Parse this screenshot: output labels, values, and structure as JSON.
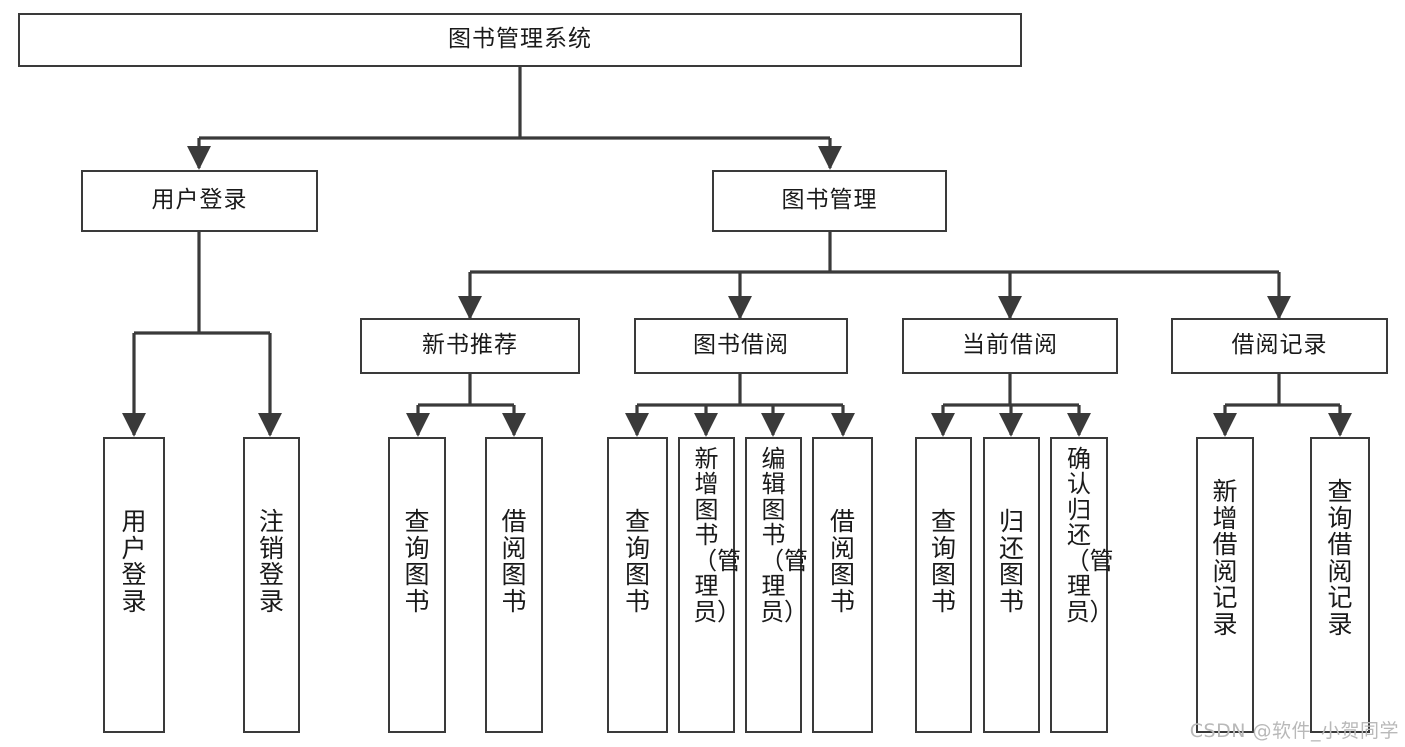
{
  "diagram": {
    "title": "图书管理系统",
    "type": "tree",
    "watermark": "CSDN @软件_小贺同学",
    "colors": {
      "stroke": "#3a3a3a",
      "fill": "#ffffff",
      "text": "#1a1a1a",
      "watermark": "#b9b9b9"
    },
    "nodes": {
      "root": {
        "label": "图书管理系统"
      },
      "level2": [
        {
          "label": "用户登录"
        },
        {
          "label": "图书管理"
        }
      ],
      "level3": [
        {
          "label": "新书推荐"
        },
        {
          "label": "图书借阅"
        },
        {
          "label": "当前借阅"
        },
        {
          "label": "借阅记录"
        }
      ],
      "leaves": {
        "user_login": [
          {
            "label": "用户登录"
          },
          {
            "label": "注销登录"
          }
        ],
        "new_book": [
          {
            "label": "查询图书"
          },
          {
            "label": "借阅图书"
          }
        ],
        "book_borrow": [
          {
            "label": "查询图书"
          },
          {
            "label": "新增图书（管理员）"
          },
          {
            "label": "编辑图书（管理员）"
          },
          {
            "label": "借阅图书"
          }
        ],
        "current_borrow": [
          {
            "label": "查询图书"
          },
          {
            "label": "归还图书"
          },
          {
            "label": "确认归还（管理员）"
          }
        ],
        "borrow_record": [
          {
            "label": "新增借阅记录"
          },
          {
            "label": "查询借阅记录"
          }
        ]
      }
    }
  }
}
